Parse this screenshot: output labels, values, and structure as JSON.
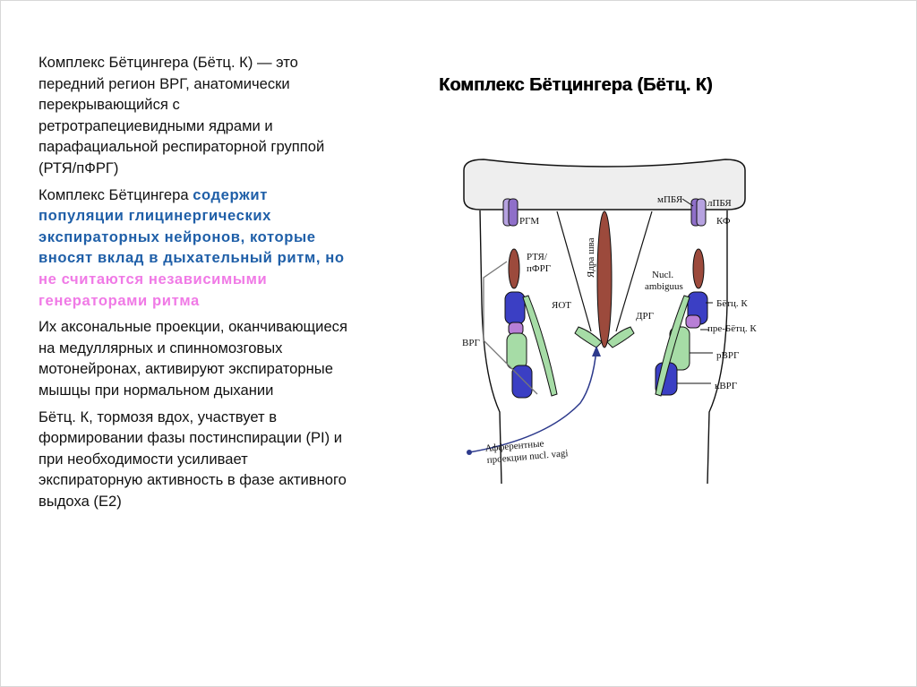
{
  "text": {
    "p1": "Комплекс Бётцингера (Бётц. К) — это передний регион ВРГ, анатомически перекрывающийся с ретротрапециевидными ядрами и парафациальной респираторной группой (РТЯ/пФРГ)",
    "p2_plain": "Комплекс Бётцингера ",
    "p2_blue": "содержит популяции глицинергических экспираторных нейронов, которые вносят вклад в дыхательный ритм, но ",
    "p2_pink": "не считаются независимыми генераторами ритма",
    "p3": " Их аксональные проекции, оканчивающиеся на медуллярных и спинномозговых мотонейронах, активируют экспираторные мышцы при нормальном дыхании",
    "p4": "Бётц. К, тормозя вдох, участвует в формировании фазы постинспирации (PI) и при необходимости усиливает экспираторную активность в фазе активного выдоха (Е2)"
  },
  "title": "Комплекс Бётцингера (Бётц. К)",
  "diagram": {
    "labels": {
      "rgm": "РГМ",
      "mpbya": "мПБЯ",
      "lpbya": "лПБЯ",
      "kf": "КФ",
      "rtya1": "РТЯ/",
      "rtya2": "пФРГ",
      "nucl1": "Nucl.",
      "nucl2": "ambiguus",
      "yadra_shva": "Ядра шва",
      "yot": "ЯОТ",
      "drg": "ДРГ",
      "betz": "Бётц. К",
      "pre_betz": "пре-Бётц. К",
      "vrg": "ВРГ",
      "rvrg": "рВРГ",
      "kvrg": "кВРГ",
      "aff1": "Афферентные",
      "aff2": "проекции nucl. vagi"
    },
    "colors": {
      "purple": "#8f6fc9",
      "brown": "#9c4a3c",
      "blue_nucleus": "#3b3fc4",
      "magenta": "#b87fd6",
      "green": "#a6dca6",
      "outline": "#111111",
      "brainstem_top": "#eeeeee",
      "arrow": "#2d3a8c"
    }
  }
}
